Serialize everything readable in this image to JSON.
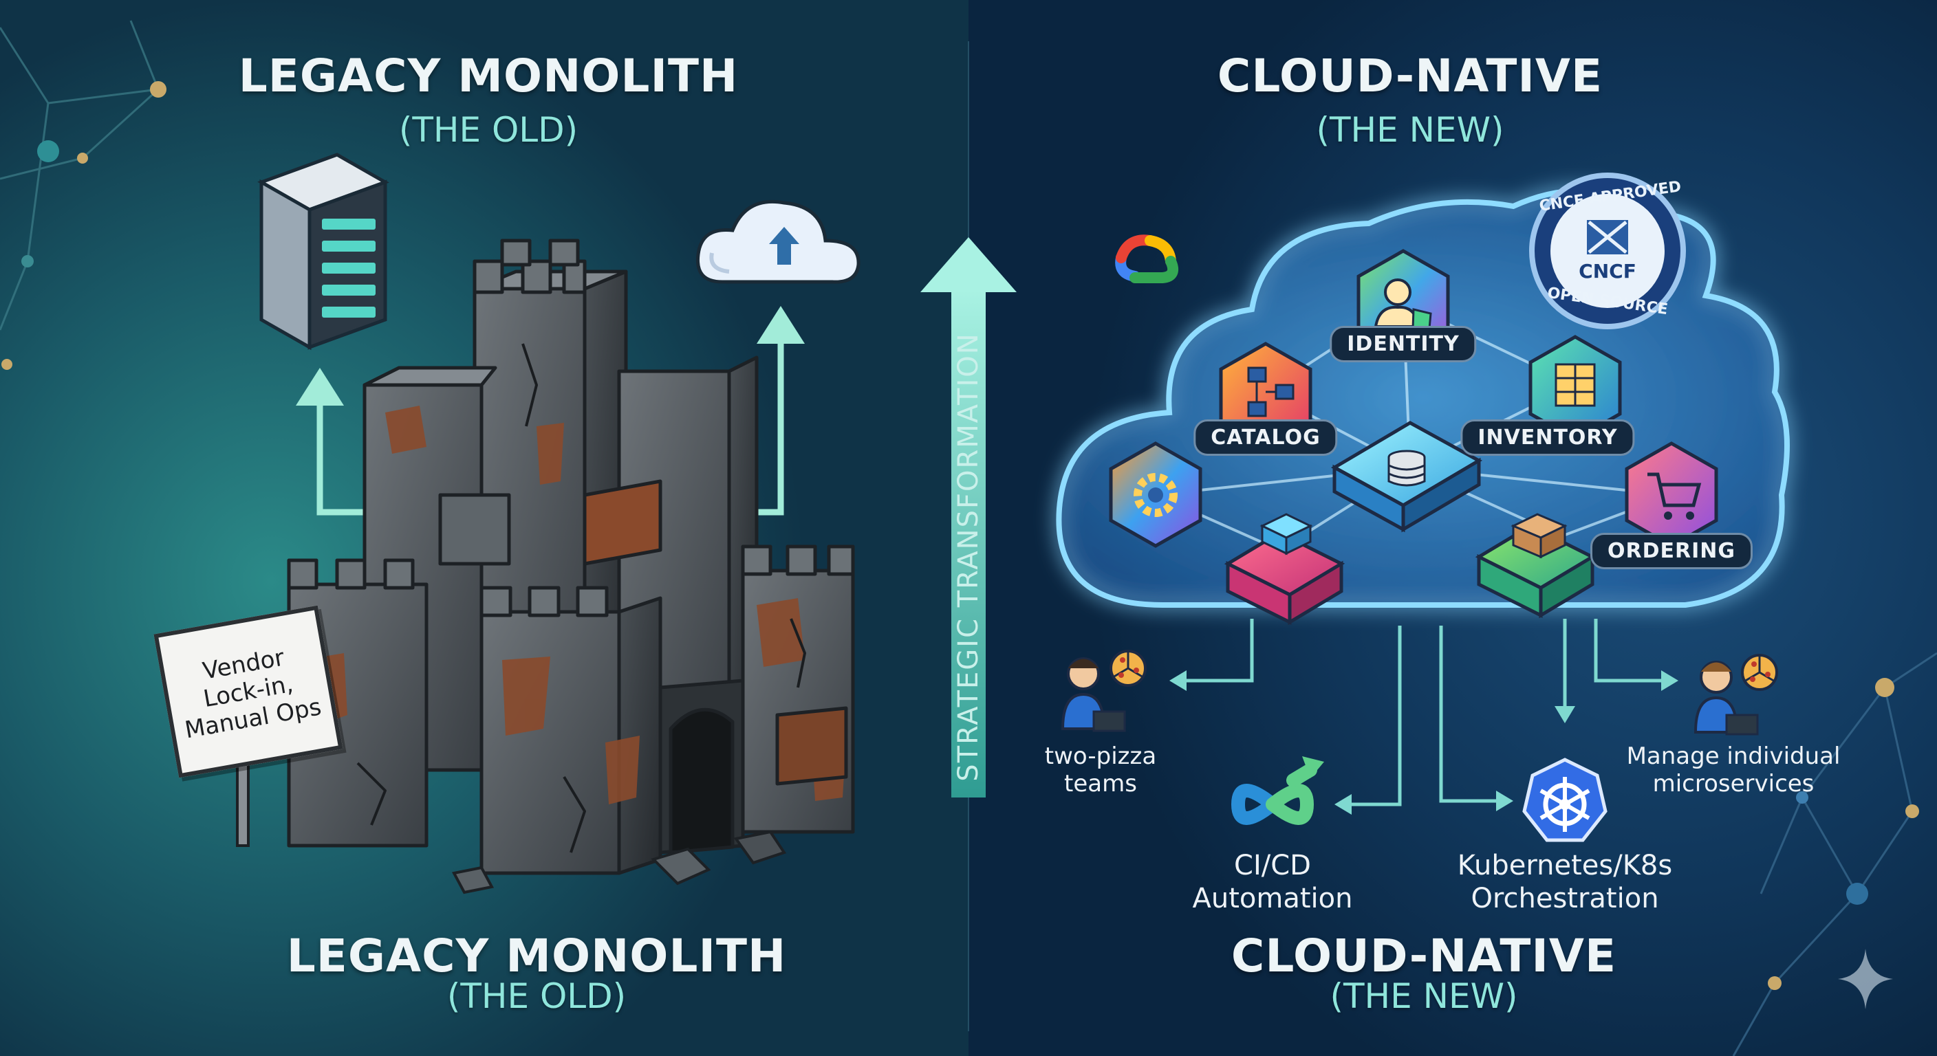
{
  "left": {
    "title": "LEGACY MONOLITH",
    "subtitle": "(THE OLD)",
    "sign": [
      "Vendor",
      "Lock-in,",
      "Manual Ops"
    ],
    "bottom_title": "LEGACY MONOLITH",
    "bottom_subtitle": "(THE OLD)"
  },
  "middle": {
    "label": "STRATEGIC TRANSFORMATION"
  },
  "right": {
    "title": "CLOUD-NATIVE",
    "subtitle": "(THE NEW)",
    "badge": {
      "top": "CNCF APPROVED",
      "center": "CNCF",
      "bottom": "OPEN SOURCE"
    },
    "services": {
      "identity": "IDENTITY",
      "catalog": "CATALOG",
      "inventory": "INVENTORY",
      "ordering": "ORDERING"
    },
    "captions": {
      "teams": [
        "two-pizza",
        "teams"
      ],
      "microservices": [
        "Manage individual",
        "microservices"
      ],
      "cicd": [
        "CI/CD",
        "Automation"
      ],
      "k8s": [
        "Kubernetes/K8s",
        "Orchestration"
      ]
    },
    "bottom_title": "CLOUD-NATIVE",
    "bottom_subtitle": "(THE NEW)"
  },
  "colors": {
    "accent_teal": "#8fe6dc",
    "background": "#0d2a3c",
    "cloud_glow": "#4fb8ff",
    "rust": "#8a4a2c"
  },
  "icons": [
    "server-rack-icon",
    "cloud-upload-icon",
    "google-cloud-logo-icon",
    "cncf-badge-icon",
    "identity-icon",
    "catalog-icon",
    "inventory-icon",
    "database-icon",
    "gear-icon",
    "ordering-cart-icon",
    "container-icon",
    "package-icon",
    "developer-icon",
    "pizza-icon",
    "cicd-loop-icon",
    "kubernetes-icon",
    "sparkle-icon"
  ]
}
